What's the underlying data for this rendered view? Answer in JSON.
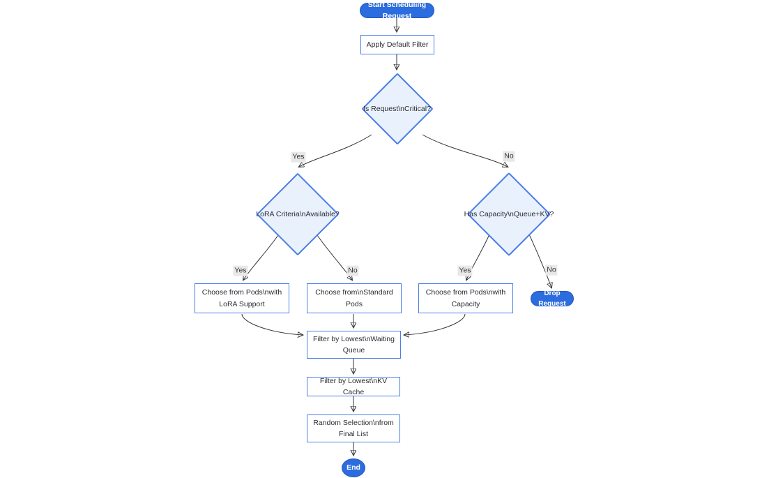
{
  "diagram": {
    "nodes": {
      "start": {
        "label": "Start Scheduling Request"
      },
      "apply_filter": {
        "label": "Apply Default Filter"
      },
      "is_critical": {
        "label": "Is Request\\nCritical?"
      },
      "lora_criteria": {
        "label": "LoRA Criteria\\nAvailable?"
      },
      "has_capacity": {
        "label": "Has Capacity\\nQueue+KV?"
      },
      "choose_lora": {
        "label": "Choose from Pods\\nwith LoRA Support"
      },
      "choose_standard": {
        "label": "Choose from\\nStandard Pods"
      },
      "choose_capacity": {
        "label": "Choose from Pods\\nwith Capacity"
      },
      "drop_request": {
        "label": "Drop Request"
      },
      "filter_waiting": {
        "label": "Filter by Lowest\\nWaiting Queue"
      },
      "filter_kv": {
        "label": "Filter by Lowest\\nKV Cache"
      },
      "random_selection": {
        "label": "Random Selection\\nfrom Final List"
      },
      "end": {
        "label": "End"
      }
    },
    "edge_labels": {
      "critical_yes": "Yes",
      "critical_no": "No",
      "lora_yes": "Yes",
      "lora_no": "No",
      "capacity_yes": "Yes",
      "capacity_no": "No"
    },
    "colors": {
      "accent_pill_fill": "#2b6cdf",
      "node_border": "#4a7de6",
      "diamond_fill": "#e9f2fc",
      "edge_stroke": "#333333",
      "edge_label_bg": "#e8e8e8"
    }
  }
}
